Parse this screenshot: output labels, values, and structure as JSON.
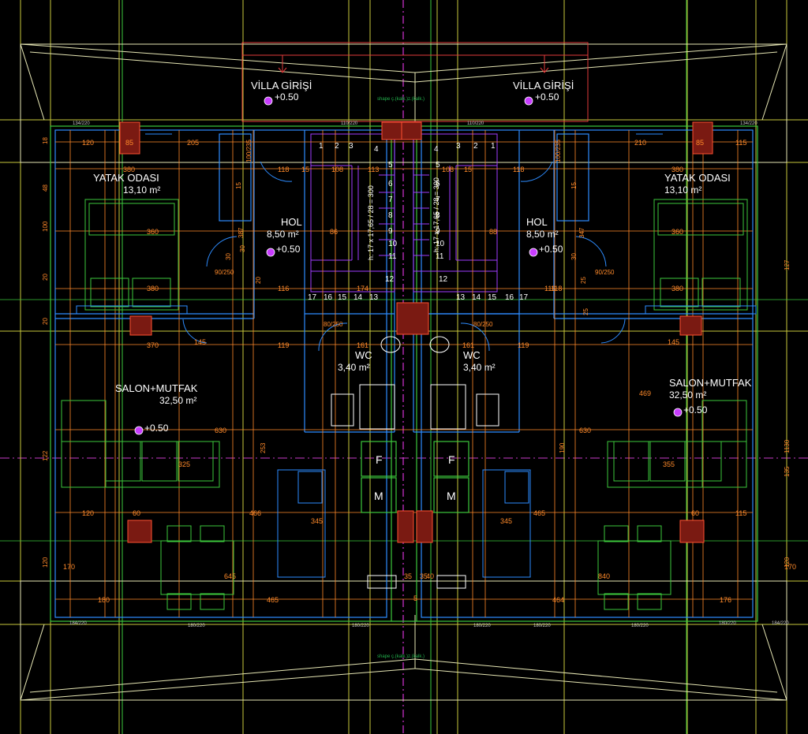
{
  "drawing": {
    "entrances": [
      "VİLLA GİRİŞİ",
      "VİLLA GİRİŞİ"
    ],
    "entrance_elevation": "+0.50",
    "roof_note": "shape ç.(kalk.)z.(kalk.)",
    "rooms": [
      {
        "key": "bed_l",
        "name": "YATAK ODASI",
        "area": "13,10 m²"
      },
      {
        "key": "bed_r",
        "name": "YATAK ODASI",
        "area": "13,10 m²"
      },
      {
        "key": "hol_l",
        "name": "HOL",
        "area": "8,50 m²",
        "elev": "+0.50"
      },
      {
        "key": "hol_r",
        "name": "HOL",
        "area": "8,50 m²",
        "elev": "+0.50"
      },
      {
        "key": "wc_l",
        "name": "WC",
        "area": "3,40 m²"
      },
      {
        "key": "wc_r",
        "name": "WC",
        "area": "3,40 m²"
      },
      {
        "key": "salon_l",
        "name": "SALON+MUTFAK",
        "area": "32,50 m²",
        "elev": "+0.50"
      },
      {
        "key": "salon_r",
        "name": "SALON+MUTFAK",
        "area": "32,50 m²",
        "elev": "+0.50"
      }
    ],
    "stair_label_left": "h: 17 x 17,65 / 28 = 300",
    "stair_label_left_b": "17 x 17,65 / 28 = 300",
    "stair_label_right": "h: 17 x 17,65 / 28 = 300",
    "stair_steps_left": [
      "1",
      "2",
      "3",
      "4",
      "5",
      "6",
      "7",
      "8",
      "9",
      "10",
      "11",
      "12",
      "13",
      "14",
      "15",
      "16",
      "17"
    ],
    "stair_steps_right": [
      "1",
      "2",
      "3",
      "4",
      "5",
      "6",
      "7",
      "8",
      "9",
      "10",
      "11",
      "12",
      "13",
      "14",
      "15",
      "16",
      "17"
    ],
    "appliance_labels": [
      "F",
      "M",
      "F",
      "M"
    ],
    "door_labels": [
      "90/250",
      "90/250",
      "80/250",
      "80/250"
    ],
    "window_labels": [
      "134/220",
      "110/220",
      "110/220",
      "134/220",
      "184/220",
      "180/220",
      "180/220",
      "180/220",
      "180/220",
      "180/220",
      "180/220",
      "184/220"
    ],
    "dims": {
      "top_row": [
        "120",
        "85",
        "205",
        "100/235",
        "118",
        "15",
        "108",
        "113",
        "108",
        "15",
        "118",
        "100/235",
        "210",
        "85",
        "115"
      ],
      "bed_l": [
        "380",
        "360",
        "380",
        "145"
      ],
      "bed_r": [
        "380",
        "360",
        "380",
        "145"
      ],
      "hall": [
        "86",
        "116",
        "174",
        "118",
        "119",
        "161",
        "161",
        "119",
        "88",
        "116"
      ],
      "living": [
        "370",
        "630",
        "630",
        "469",
        "60",
        "60",
        "120",
        "115",
        "466",
        "465",
        "465",
        "464",
        "180",
        "176",
        "345",
        "345",
        "35",
        "35",
        "40",
        "5",
        "840",
        "645",
        "170",
        "170",
        "325",
        "355"
      ],
      "vertical": [
        "18",
        "48",
        "100",
        "20",
        "20",
        "30",
        "20",
        "30",
        "25",
        "30",
        "25",
        "387",
        "347",
        "253",
        "190",
        "1130",
        "122",
        "135",
        "120",
        "120",
        "127",
        "15",
        "15"
      ]
    }
  }
}
